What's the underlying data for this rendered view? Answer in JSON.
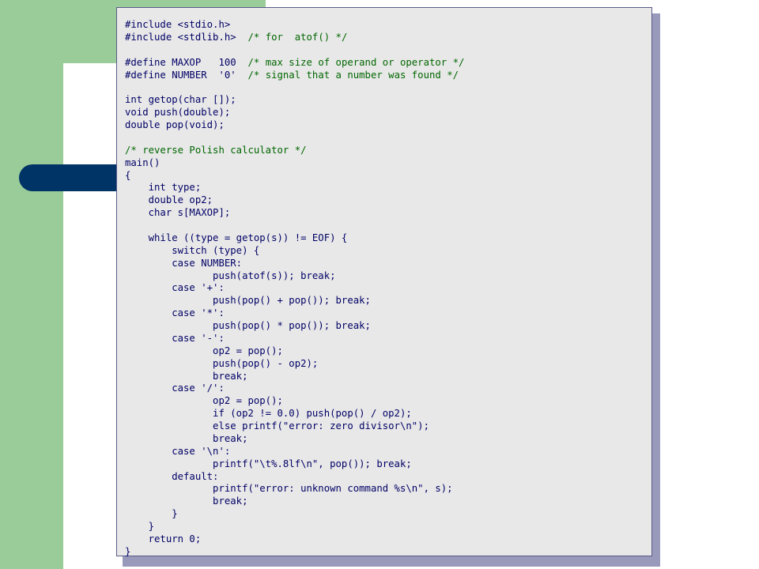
{
  "code": {
    "lines": [
      {
        "code": "#include <stdio.h>",
        "comment": ""
      },
      {
        "code": "#include <stdlib.h>  ",
        "comment": "/* for  atof() */"
      },
      {
        "code": "",
        "comment": ""
      },
      {
        "code": "#define MAXOP   100  ",
        "comment": "/* max size of operand or operator */"
      },
      {
        "code": "#define NUMBER  '0'  ",
        "comment": "/* signal that a number was found */"
      },
      {
        "code": "",
        "comment": ""
      },
      {
        "code": "int getop(char []);",
        "comment": ""
      },
      {
        "code": "void push(double);",
        "comment": ""
      },
      {
        "code": "double pop(void);",
        "comment": ""
      },
      {
        "code": "",
        "comment": ""
      },
      {
        "code": "",
        "comment": "/* reverse Polish calculator */"
      },
      {
        "code": "main()",
        "comment": ""
      },
      {
        "code": "{",
        "comment": ""
      },
      {
        "code": "    int type;",
        "comment": ""
      },
      {
        "code": "    double op2;",
        "comment": ""
      },
      {
        "code": "    char s[MAXOP];",
        "comment": ""
      },
      {
        "code": "",
        "comment": ""
      },
      {
        "code": "    while ((type = getop(s)) != EOF) {",
        "comment": ""
      },
      {
        "code": "        switch (type) {",
        "comment": ""
      },
      {
        "code": "        case NUMBER:",
        "comment": ""
      },
      {
        "code": "               push(atof(s)); break;",
        "comment": ""
      },
      {
        "code": "        case '+':",
        "comment": ""
      },
      {
        "code": "               push(pop() + pop()); break;",
        "comment": ""
      },
      {
        "code": "        case '*':",
        "comment": ""
      },
      {
        "code": "               push(pop() * pop()); break;",
        "comment": ""
      },
      {
        "code": "        case '-':",
        "comment": ""
      },
      {
        "code": "               op2 = pop();",
        "comment": ""
      },
      {
        "code": "               push(pop() - op2);",
        "comment": ""
      },
      {
        "code": "               break;",
        "comment": ""
      },
      {
        "code": "        case '/':",
        "comment": ""
      },
      {
        "code": "               op2 = pop();",
        "comment": ""
      },
      {
        "code": "               if (op2 != 0.0) push(pop() / op2);",
        "comment": ""
      },
      {
        "code": "               else printf(\"error: zero divisor\\n\");",
        "comment": ""
      },
      {
        "code": "               break;",
        "comment": ""
      },
      {
        "code": "        case '\\n':",
        "comment": ""
      },
      {
        "code": "               printf(\"\\t%.8lf\\n\", pop()); break;",
        "comment": ""
      },
      {
        "code": "        default:",
        "comment": ""
      },
      {
        "code": "               printf(\"error: unknown command %s\\n\", s);",
        "comment": ""
      },
      {
        "code": "               break;",
        "comment": ""
      },
      {
        "code": "        }",
        "comment": ""
      },
      {
        "code": "    }",
        "comment": ""
      },
      {
        "code": "    return 0;",
        "comment": ""
      },
      {
        "code": "}",
        "comment": ""
      }
    ]
  },
  "colors": {
    "background": "#ffffff",
    "green_accent": "#99cc99",
    "navy_accent": "#003366",
    "code_box": "#e8e8e8",
    "code_text": "#000066",
    "comment_text": "#006600",
    "shadow": "#9999bb"
  }
}
